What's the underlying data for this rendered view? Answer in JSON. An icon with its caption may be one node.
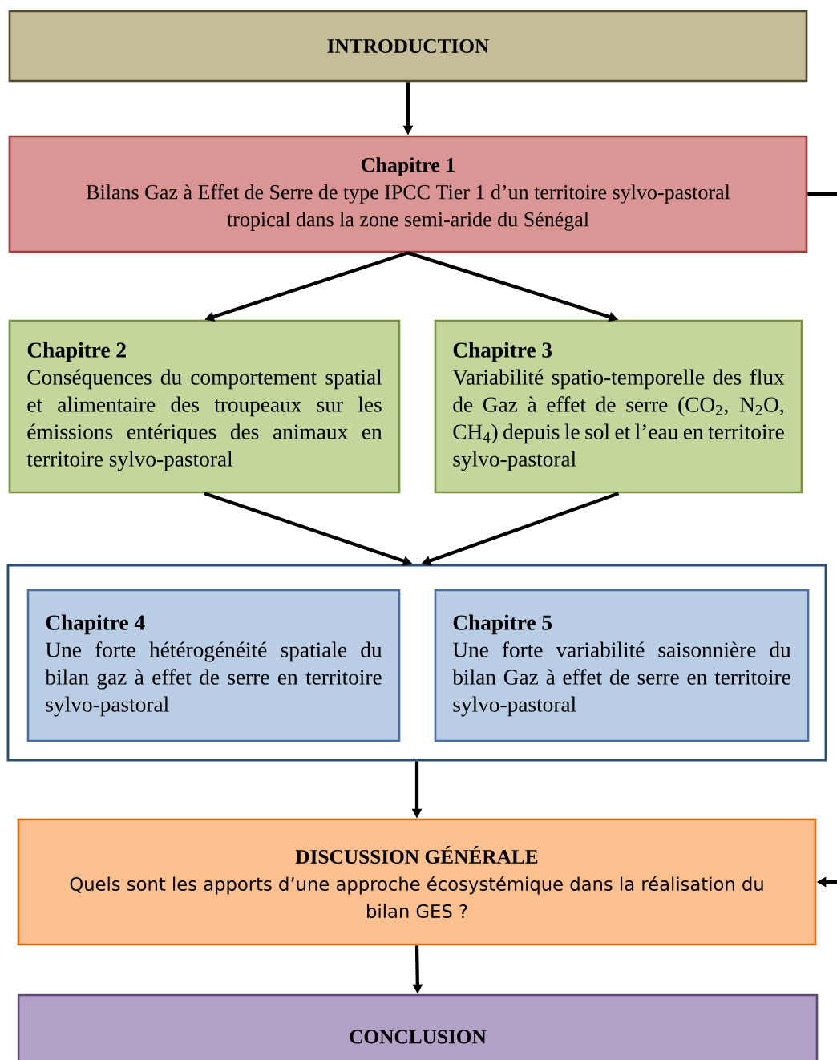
{
  "diagram": {
    "nodes": [
      {
        "text": [
          "INTRODUCTION"
        ]
      },
      {
        "text": [
          "Chapitre 1",
          "Bilans Gaz à Effet de Serre de type IPCC Tier 1 d’un territoire sylvo-pastoral tropical dans la zone semi-aride du Sénégal"
        ]
      },
      {
        "text": [
          "Chapitre 2",
          "Conséquences du comportement spatial et alimentaire des troupeaux sur les émissions entériques des animaux en territoire sylvo-pastoral"
        ]
      },
      {
        "text": [
          "Chapitre 3",
          "Variabilité spatio-temporelle des flux de Gaz à effet de serre (CO$_{2}$, N$_{2}$O, CH$_{4}$) depuis le sol et l’eau en territoire sylvo-pastoral"
        ]
      },
      {
        "text": [],
        "shape": "box"
      },
      {
        "text": [
          "Chapitre 4",
          "Une forte hétérogénéité spatiale du bilan gaz à effet de serre en territoire sylvo-pastoral"
        ],
        "in": 4
      },
      {
        "text": [
          "Chapitre 5",
          "Une forte variabilité saisonnière du bilan Gaz à effet de serre en territoire sylvo-pastoral"
        ],
        "in": 4
      },
      {
        "text": [
          "DISCUSSION GÉNÉRALE",
          "Quels sont les apports d’une approche écosystémique dans la réalisation du bilan GES ?"
        ]
      },
      {
        "text": [
          "CONCLUSION"
        ]
      }
    ],
    "edges": [
      {
        "from": 0,
        "to": 1,
        "arrow": "to"
      },
      {
        "from": 1,
        "to": 2,
        "arrow": "to"
      },
      {
        "from": 1,
        "to": 3,
        "arrow": "to"
      },
      {
        "from": 2,
        "to": 4,
        "arrow": "to"
      },
      {
        "from": 3,
        "to": 4,
        "arrow": "to"
      },
      {
        "from": 4,
        "to": 7,
        "arrow": "to"
      },
      {
        "from": 7,
        "to": 8,
        "arrow": "to"
      },
      {
        "from": 1,
        "to": 7,
        "arrow": "to"
      }
    ]
  }
}
